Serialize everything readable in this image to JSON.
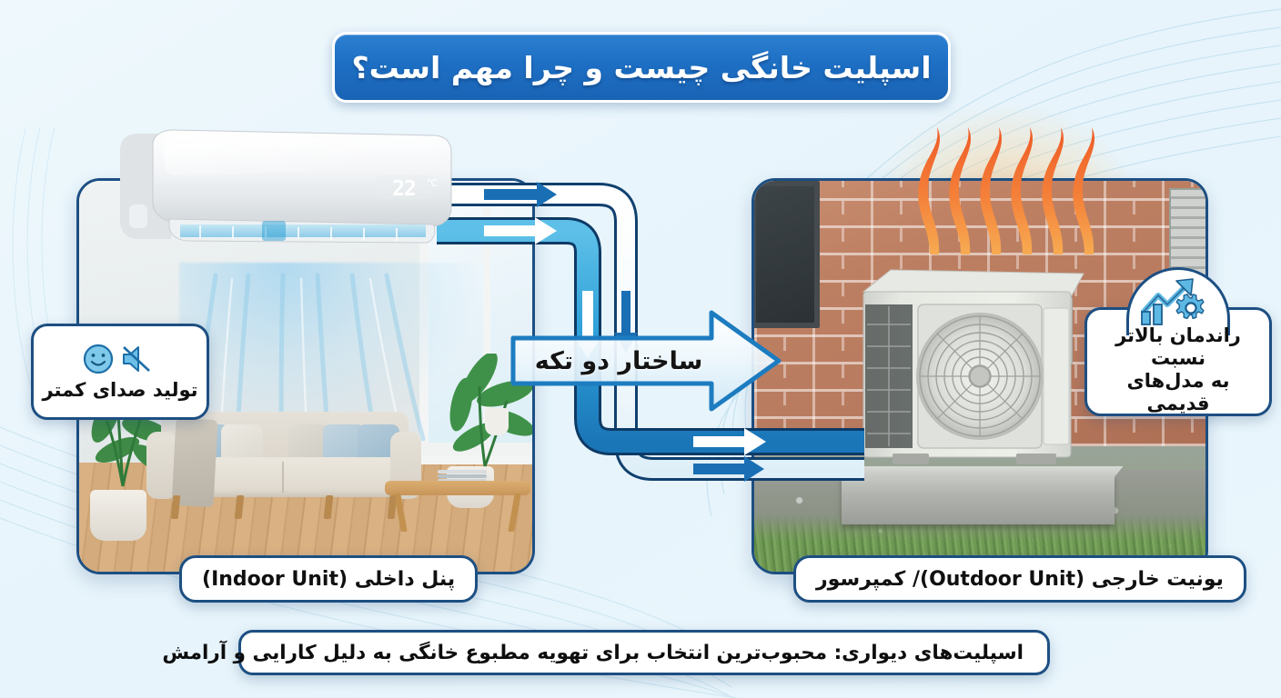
{
  "header": {
    "title": "اسپلیت خانگی چیست و چرا مهم است؟",
    "title_bg": "#1d6fc4",
    "title_color": "#ffffff"
  },
  "theme": {
    "accent_blue": "#1d6fc4",
    "border_blue": "#1d4f82",
    "pipe_blue": "#1e7fc4",
    "heat_orange": "#f2682a",
    "check_green": "#2fa44f",
    "background": "#e9f5fb"
  },
  "panels": {
    "left": {
      "caption": "پنل داخلی (Indoor Unit)",
      "scene": "indoor-living-room",
      "device_display_value": "22°C"
    },
    "right": {
      "caption": "یونیت خارجی (Outdoor Unit)/ کمپرسور",
      "scene": "outdoor-brick-wall-condenser"
    }
  },
  "center": {
    "arrow_label": "ساختار دو تکه",
    "arrow_direction": "right"
  },
  "features": [
    {
      "id": "quiet",
      "text": "تولید صدای کمتر",
      "icons": [
        "speaker-mute-icon",
        "smiley-face-icon"
      ]
    },
    {
      "id": "efficiency",
      "text_line1": "راندمان بالاتر نسبت",
      "text_line2": "به مدل‌های قدیمی",
      "icons": [
        "trending-up-icon",
        "bar-chart-icon",
        "gear-icon"
      ]
    }
  ],
  "banner": {
    "text": "اسپلیت‌های دیواری: محبوب‌ترین انتخاب برای تهویه مطبوع خانگی به دلیل کارایی و آرامش",
    "icon": "check-circle-icon"
  },
  "pipes": {
    "upper_flow_label": "indoor-to-outdoor",
    "lower_flow_label": "outdoor-to-indoor",
    "arrow_count": 4
  },
  "heat": {
    "wave_count": 6,
    "color_top": "#f05a28",
    "color_bottom": "#f6a13c"
  }
}
